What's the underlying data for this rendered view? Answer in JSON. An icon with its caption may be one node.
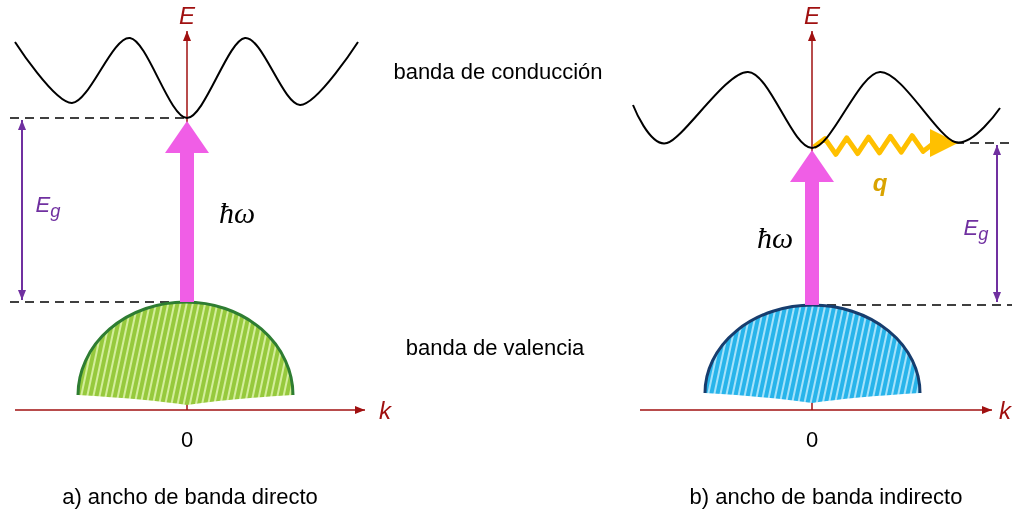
{
  "diagram": {
    "nodes": [
      {
        "text": [],
        "shape": "curve"
      },
      {
        "text": [],
        "shape": "dome"
      },
      {
        "text": [],
        "shape": "curve"
      },
      {
        "text": [],
        "shape": "dome"
      }
    ],
    "edges": [
      {
        "from": 1,
        "to": 0,
        "arrow": "to",
        "label": "ħω"
      },
      {
        "from": 3,
        "to": 2,
        "arrow": "to",
        "label": "ħω"
      }
    ],
    "labels": [
      "E",
      "banda de conducción",
      "E",
      "E$_{g}$",
      "q",
      "E$_{g}$",
      "banda de valencia",
      "k",
      "k",
      "0",
      "0",
      "a) ancho de banda directo",
      "b) ancho de banda indirecto"
    ]
  }
}
